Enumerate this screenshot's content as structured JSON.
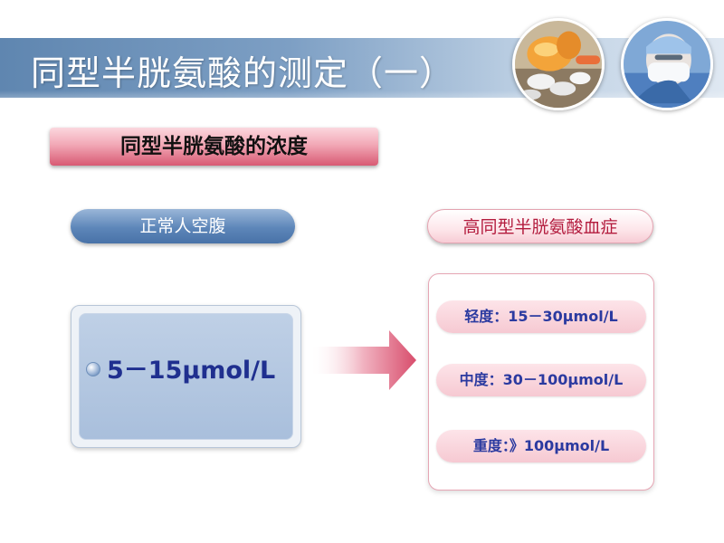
{
  "slide": {
    "title": "同型半胱氨酸的测定（一）",
    "section_label": "同型半胱氨酸的浓度"
  },
  "normal": {
    "label": "正常人空腹",
    "value": "5－15μmol/L"
  },
  "high": {
    "label": "高同型半胱氨酸血症",
    "levels": [
      {
        "text": "轻度：15－30μmol/L"
      },
      {
        "text": "中度：30－100μmol/L"
      },
      {
        "text": "重度：》100μmol/L"
      }
    ]
  },
  "colors": {
    "title_bar": "#5f86b0",
    "section_label": "#d85a73",
    "normal_pill": "#5d86b9",
    "high_text": "#b31b3d",
    "value_text": "#1f2f8f",
    "level_text": "#2b3aa0",
    "arrow": "#d84d6c"
  },
  "images": [
    {
      "name": "pills-photo"
    },
    {
      "name": "doctor-photo"
    }
  ]
}
